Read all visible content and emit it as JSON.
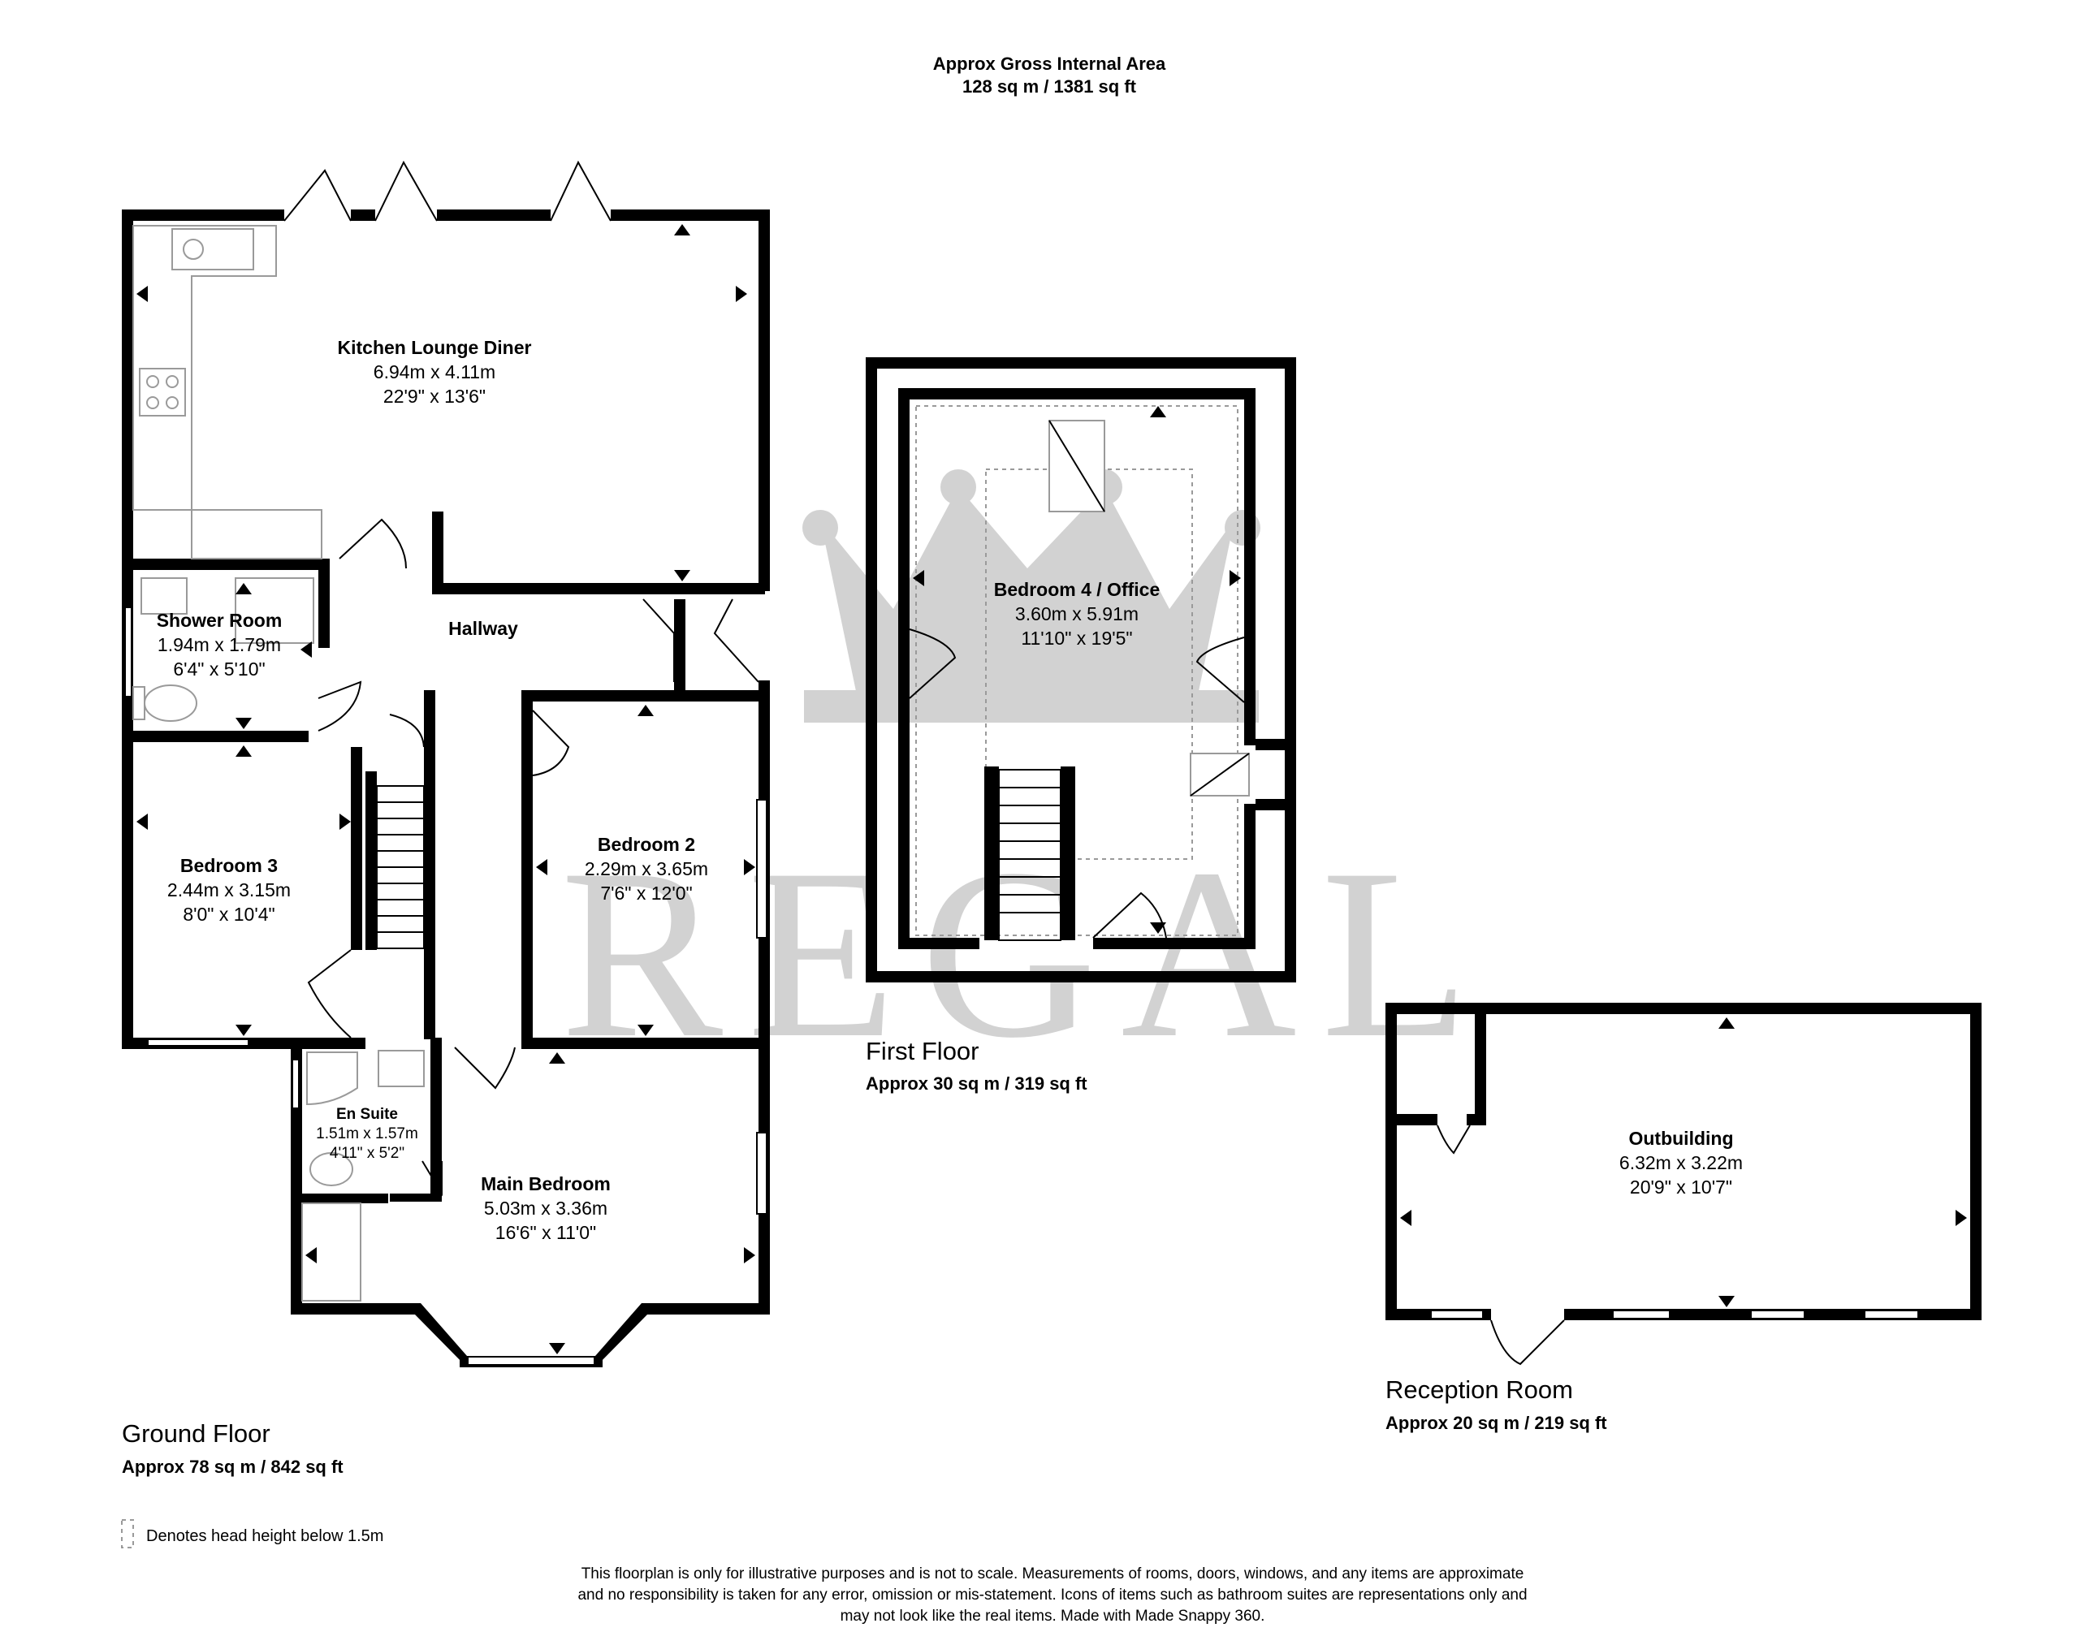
{
  "header": {
    "line1": "Approx Gross Internal Area",
    "line2": "128 sq m / 1381 sq ft"
  },
  "watermark": {
    "text": "REGAL",
    "color": "#d2d2d2"
  },
  "floors": {
    "ground": {
      "title": "Ground Floor",
      "area": "Approx 78 sq m / 842 sq ft"
    },
    "first": {
      "title": "First Floor",
      "area": "Approx 30 sq m / 319 sq ft"
    },
    "reception": {
      "title": "Reception Room",
      "area": "Approx 20 sq m / 219 sq ft"
    }
  },
  "rooms": {
    "kitchen": {
      "name": "Kitchen Lounge Diner",
      "metric": "6.94m x 4.11m",
      "imperial": "22'9\" x 13'6\""
    },
    "shower": {
      "name": "Shower Room",
      "metric": "1.94m x 1.79m",
      "imperial": "6'4\" x 5'10\""
    },
    "hallway": {
      "name": "Hallway"
    },
    "bedroom3": {
      "name": "Bedroom 3",
      "metric": "2.44m x 3.15m",
      "imperial": "8'0\" x 10'4\""
    },
    "bedroom2": {
      "name": "Bedroom 2",
      "metric": "2.29m x 3.65m",
      "imperial": "7'6\" x 12'0\""
    },
    "ensuite": {
      "name": "En Suite",
      "metric": "1.51m x 1.57m",
      "imperial": "4'11\" x 5'2\""
    },
    "main_bedroom": {
      "name": "Main Bedroom",
      "metric": "5.03m x 3.36m",
      "imperial": "16'6\" x 11'0\""
    },
    "bedroom4": {
      "name": "Bedroom 4 / Office",
      "metric": "3.60m x 5.91m",
      "imperial": "11'10\" x 19'5\""
    },
    "outbuilding": {
      "name": "Outbuilding",
      "metric": "6.32m x 3.22m",
      "imperial": "20'9\" x 10'7\""
    }
  },
  "legend": {
    "text": "Denotes head height below 1.5m",
    "icon": "dashed-rectangle-icon"
  },
  "disclaimer": {
    "line1": "This floorplan is only for illustrative purposes and is not to scale. Measurements of rooms, doors, windows, and any items are approximate",
    "line2": "and no responsibility is taken for any error, omission or mis-statement. Icons of items such as bathroom suites are representations only and",
    "line3": "may not look like the real items. Made with Made Snappy 360."
  }
}
